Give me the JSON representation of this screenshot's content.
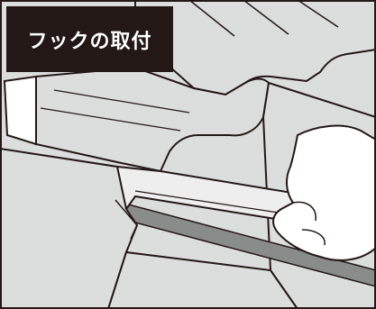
{
  "title": "フックの取付",
  "colors": {
    "badge_background": "#231815",
    "badge_text": "#ffffff",
    "tile_fill": "#dcdede",
    "tile_shadow": "#8a8c8c",
    "line": "#231815",
    "hand_fill": "#ffffff",
    "hook_fill": "#eeeeee"
  },
  "icons": {
    "badge": "title-label",
    "scene": "roof-tile-hook-installation-illustration"
  }
}
